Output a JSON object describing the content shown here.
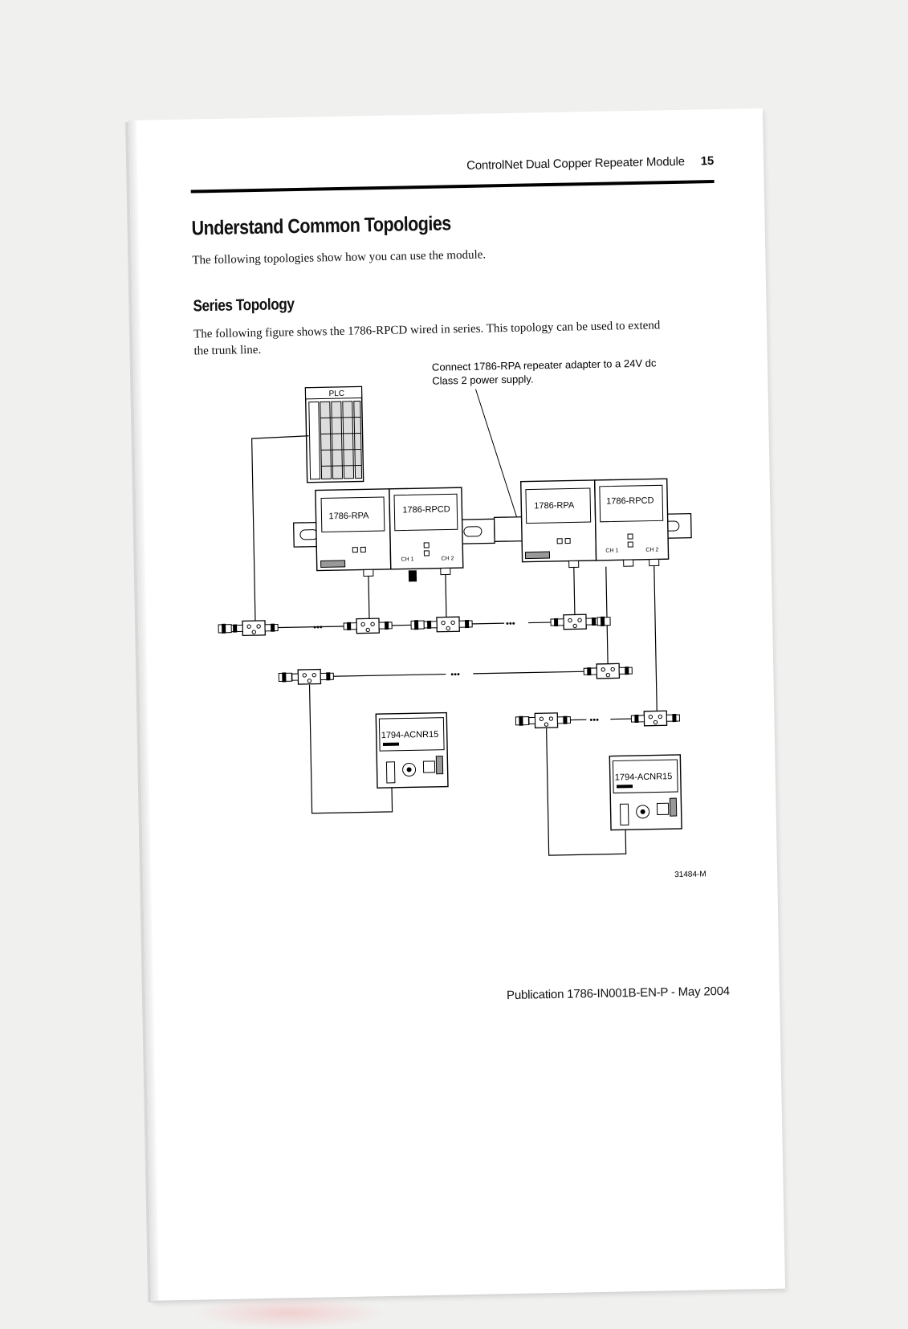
{
  "header": {
    "title": "ControlNet Dual Copper Repeater Module",
    "page_number": "15"
  },
  "section": {
    "heading": "Understand Common Topologies",
    "intro": "The following topologies show how you can use the module."
  },
  "subsection": {
    "heading": "Series Topology",
    "body": "The following figure shows the 1786-RPCD wired in series. This topology can be used to extend the trunk line."
  },
  "figure": {
    "callout_line1": "Connect 1786-RPA repeater adapter to a 24V dc",
    "callout_line2": "Class 2 power supply.",
    "plc_label": "PLC",
    "rpa_label": "1786-RPA",
    "rpcd_label": "1786-RPCD",
    "ch1_label": "CH 1",
    "ch2_label": "CH 2",
    "acnr_label": "1794-ACNR15",
    "ellipsis": "•••",
    "figure_id": "31484-M"
  },
  "footer": {
    "publication": "Publication 1786-IN001B-EN-P - May 2004"
  }
}
